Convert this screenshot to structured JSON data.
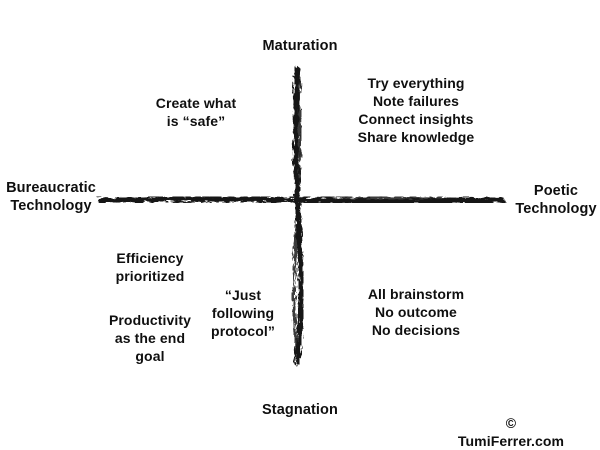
{
  "diagram": {
    "title_hint": "Bureaucratic vs Poetic Technology quadrant",
    "colors": {
      "ink": "#0f0f0f",
      "background": "#ffffff"
    },
    "axes": {
      "top": "Maturation",
      "bottom": "Stagnation",
      "left": "Bureaucratic\nTechnology",
      "right": "Poetic\nTechnology"
    },
    "quadrants": {
      "top_left": "Create what\nis “safe”",
      "top_right": "Try everything\nNote failures\nConnect insights\nShare knowledge",
      "bottom_left_upper": "Efficiency\nprioritized",
      "bottom_left_lower": "Productivity\nas the end\ngoal",
      "bottom_center": "“Just\nfollowing\nprotocol”",
      "bottom_right": "All brainstorm\nNo outcome\nNo decisions"
    },
    "credit": "© TumiFerrer.com"
  }
}
